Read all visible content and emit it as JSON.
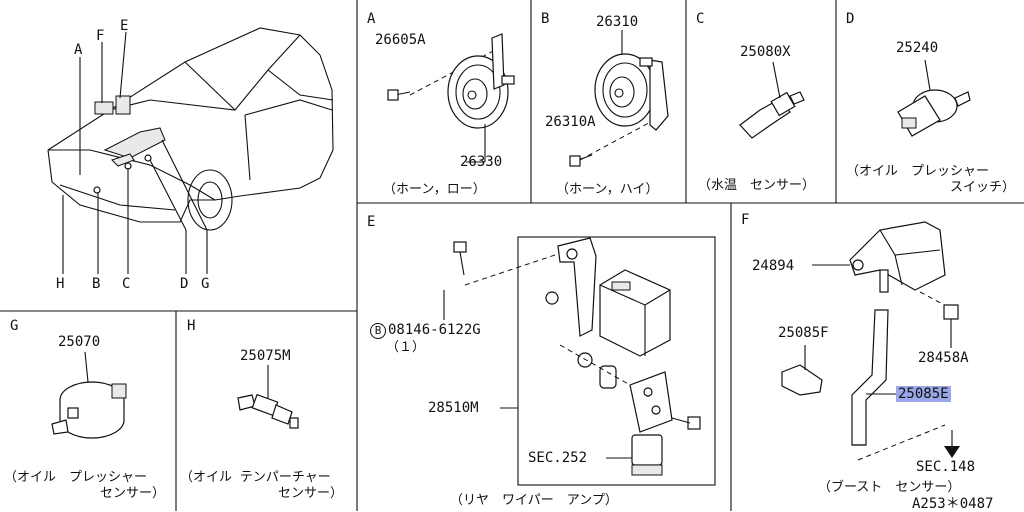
{
  "panels": {
    "overview": {
      "callouts": [
        "A",
        "F",
        "E",
        "H",
        "B",
        "C",
        "D",
        "G"
      ]
    },
    "A": {
      "letter": "A",
      "parts": [
        "26605A",
        "26330"
      ],
      "caption": "（ホーン，ロー）"
    },
    "B": {
      "letter": "B",
      "parts": [
        "26310",
        "26310A"
      ],
      "caption": "（ホーン，ハイ）"
    },
    "C": {
      "letter": "C",
      "parts": [
        "25080X"
      ],
      "caption": "（水温　センサー）"
    },
    "D": {
      "letter": "D",
      "parts": [
        "25240"
      ],
      "caption_line1": "（オイル　プレッシャー",
      "caption_line2": "スイッチ）"
    },
    "E": {
      "letter": "E",
      "bolt_part": "08146-6122G",
      "bolt_symbol": "B",
      "bolt_qty": "（１）",
      "parts": [
        "28510M"
      ],
      "section_ref": "SEC.252",
      "caption": "（リヤ　ワイパー　アンプ）"
    },
    "F": {
      "letter": "F",
      "parts": [
        "24894",
        "25085F",
        "28458A",
        "25085E"
      ],
      "section_ref": "SEC.148",
      "caption": "（ブースト　センサー）",
      "highlight_color": "#9aa6e6"
    },
    "G": {
      "letter": "G",
      "parts": [
        "25070"
      ],
      "caption_line1": "（オイル　プレッシャー",
      "caption_line2": "センサー）"
    },
    "H": {
      "letter": "H",
      "parts": [
        "25075M"
      ],
      "caption_line1": "（オイル テンパーチャー",
      "caption_line2": "センサー）"
    }
  },
  "footer": {
    "drawing_code": "A253＊0487"
  }
}
